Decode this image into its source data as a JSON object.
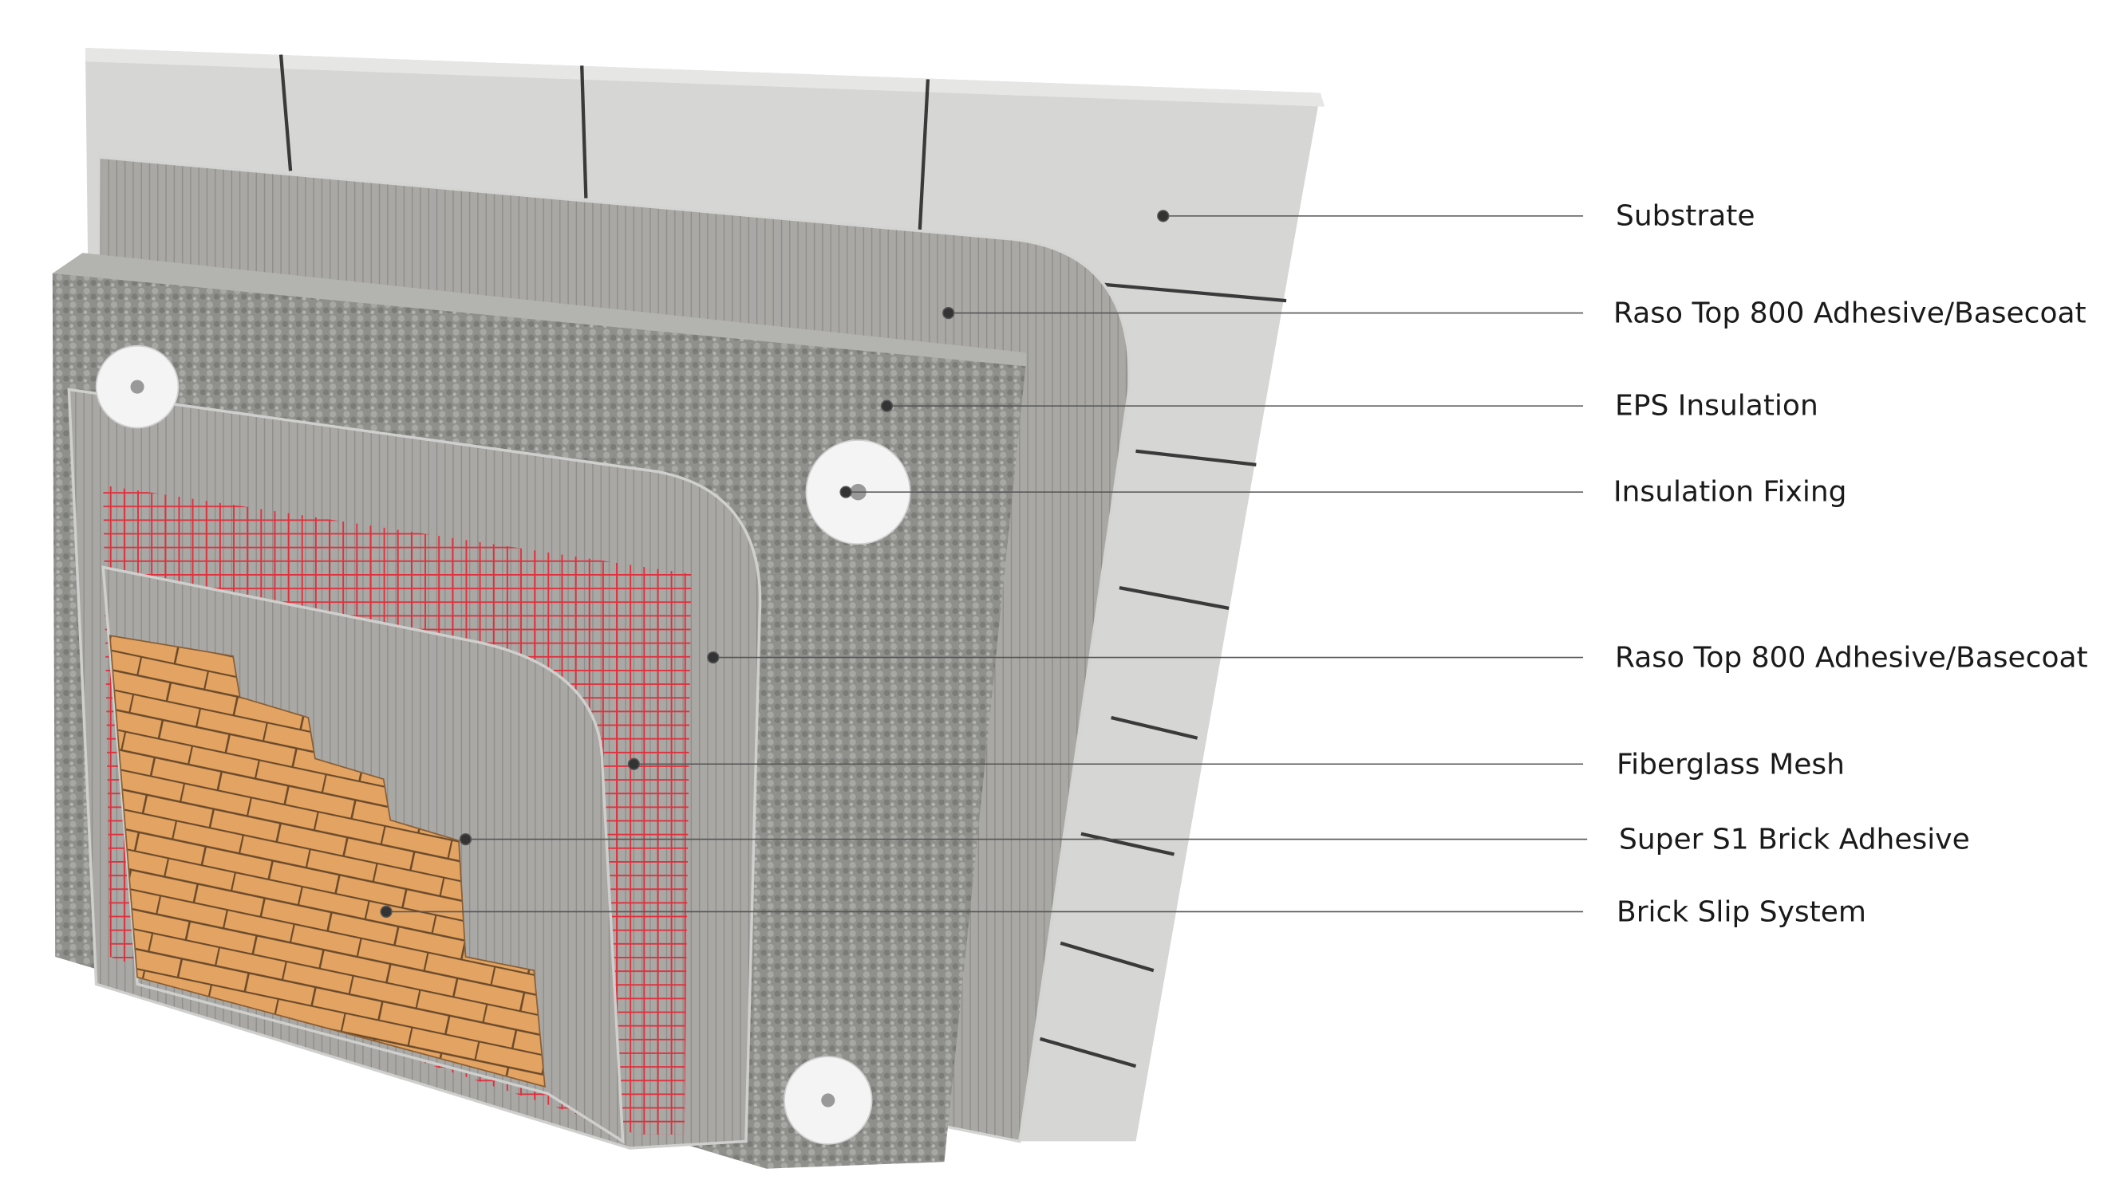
{
  "diagram": {
    "labels": [
      {
        "text": "Substrate"
      },
      {
        "text": "Raso Top 800 Adhesive/Basecoat"
      },
      {
        "text": "EPS Insulation"
      },
      {
        "text": "Insulation Fixing"
      },
      {
        "text": "Raso Top 800 Adhesive/Basecoat"
      },
      {
        "text": "Fiberglass Mesh"
      },
      {
        "text": "Super S1 Brick Adhesive"
      },
      {
        "text": "Brick Slip System"
      }
    ],
    "colors": {
      "substrate": "#d6d6d4",
      "basecoat": "#a9a8a5",
      "eps": "#8f8f8c",
      "mesh": "#e0303c",
      "brick": "#e3a463",
      "fixing": "#f4f4f4"
    }
  }
}
